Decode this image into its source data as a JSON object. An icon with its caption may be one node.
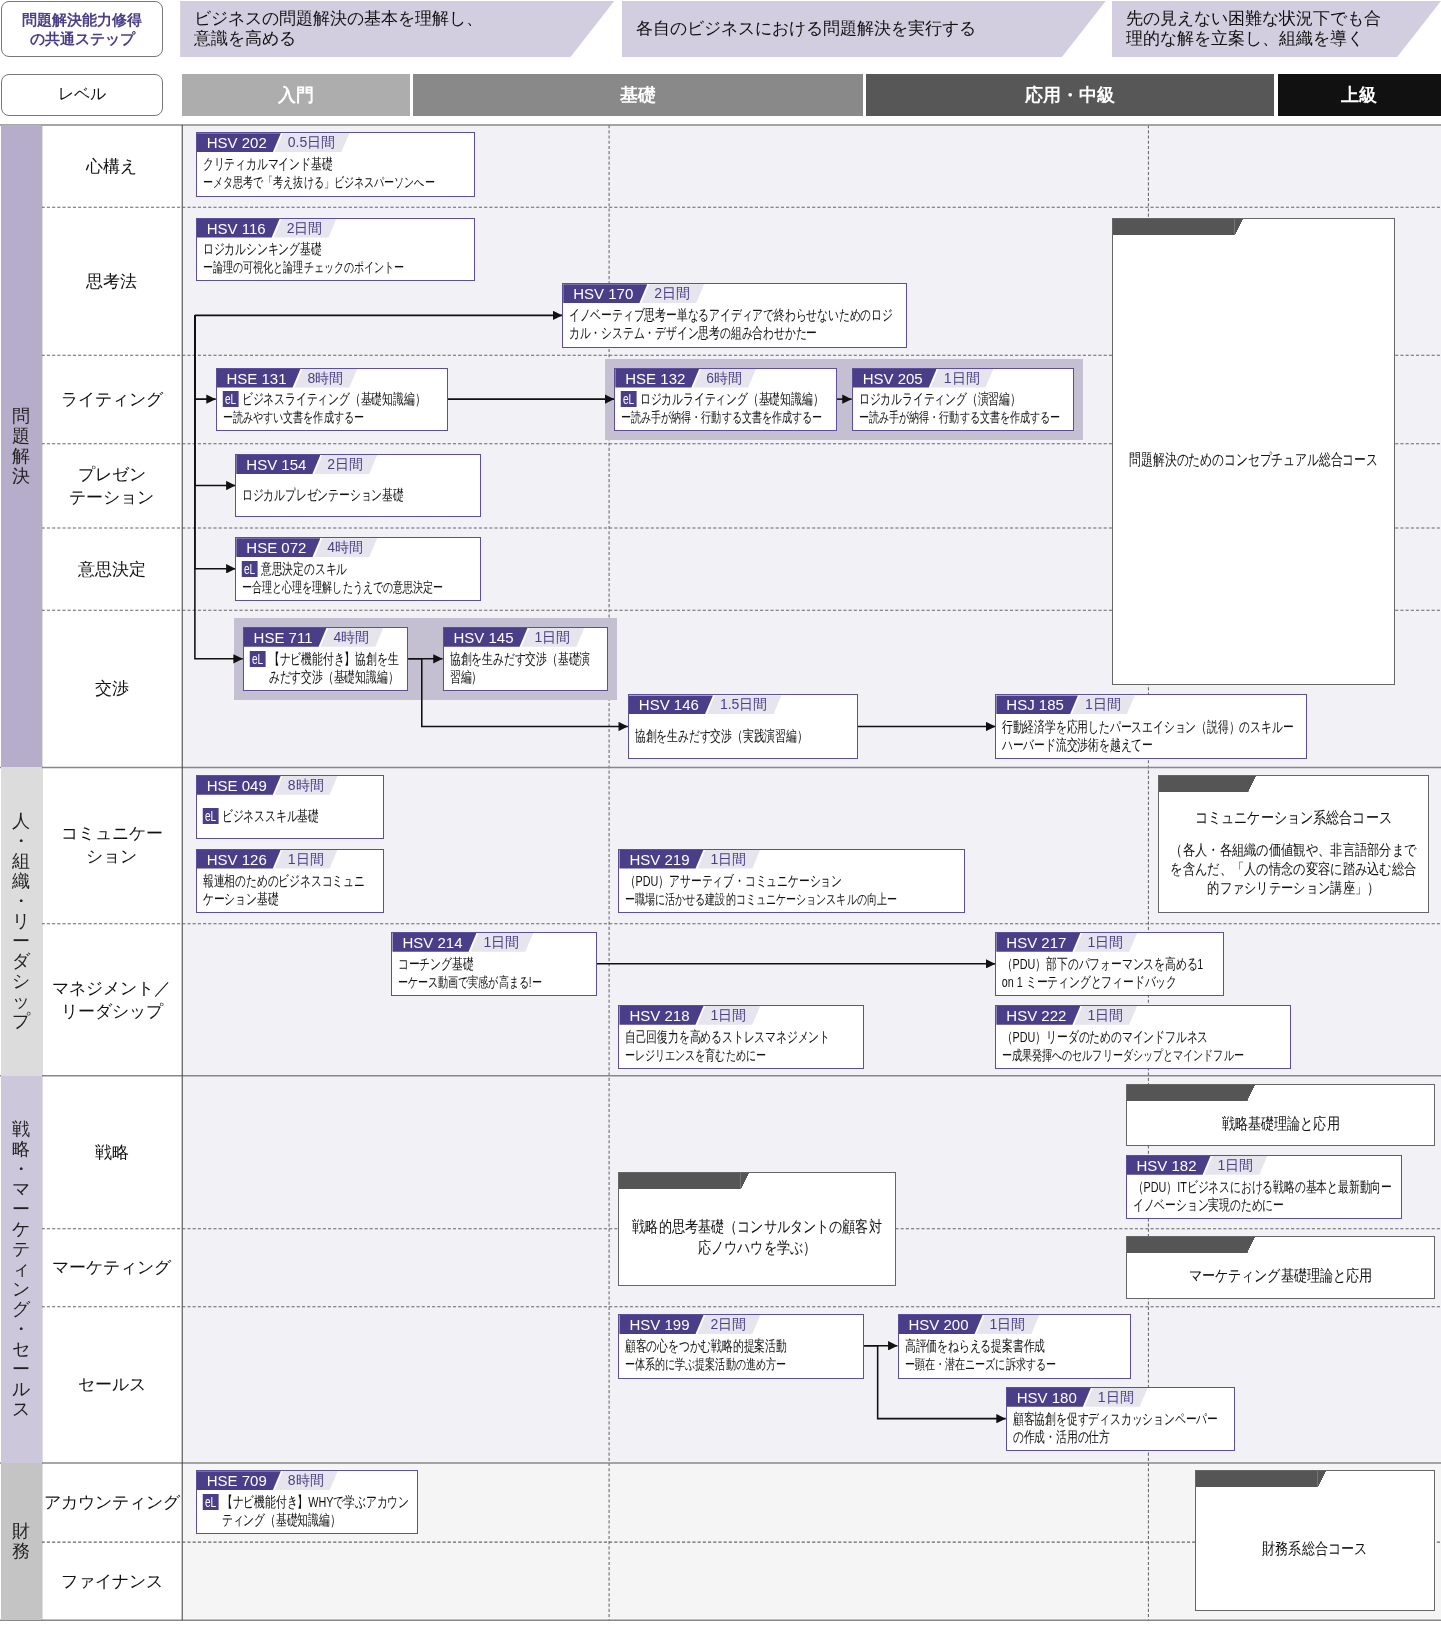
{
  "diagram": {
    "nodes": [
      {
        "text": [
          "問題解決能力修得の共通ステップ"
        ]
      },
      {
        "text": [
          "ビジネスの問題解決の基本を理解し、意識を高める"
        ]
      },
      {
        "text": [
          "各自のビジネスにおける問題解決を実行する"
        ]
      },
      {
        "text": [
          "先の見えない困難な状況下でも合理的な解を立案し、組織を導く"
        ]
      },
      {
        "text": [
          "レベル"
        ]
      },
      {
        "text": [
          "入門"
        ]
      },
      {
        "text": [
          "基礎"
        ]
      },
      {
        "text": [
          "応用・中級"
        ]
      },
      {
        "text": [
          "上級"
        ]
      },
      {
        "text": [
          "問題解決"
        ]
      },
      {
        "text": [
          "心構え"
        ]
      },
      {
        "text": [
          "思考法"
        ]
      },
      {
        "text": [
          "ライティング"
        ]
      },
      {
        "text": [
          "プレゼンテーション"
        ]
      },
      {
        "text": [
          "意思決定"
        ]
      },
      {
        "text": [
          "交渉"
        ]
      },
      {
        "text": [
          "人・組織・リーダシップ"
        ]
      },
      {
        "text": [
          "コミュニケーション"
        ]
      },
      {
        "text": [
          "マネジメント／リーダシップ"
        ]
      },
      {
        "text": [
          "戦略・マーケティング・セールス"
        ]
      },
      {
        "text": [
          "戦略"
        ]
      },
      {
        "text": [
          "マーケティング"
        ]
      },
      {
        "text": [
          "セールス"
        ]
      },
      {
        "text": [
          "財務"
        ]
      },
      {
        "text": [
          "アカウンティング"
        ]
      },
      {
        "text": [
          "ファイナンス"
        ]
      },
      {
        "text": [
          "HSV 202",
          "0.5日間",
          "クリティカルマインド基礎",
          "ーメタ思考で「考え抜ける」ビジネスパーソンへー"
        ]
      },
      {
        "text": [
          "HSV 116",
          "2日間",
          "ロジカルシンキング基礎",
          "ー論理の可視化と論理チェックのポイントー"
        ]
      },
      {
        "text": [
          "問題解決のためのコンセプチュアル総合コース"
        ]
      },
      {
        "text": [
          "HSV 170",
          "2日間",
          "イノベーティブ思考ー単なるアイディアで終わらせないためのロジカル・システム・デザイン思考の組み合わせかたー"
        ]
      },
      {
        "text": [
          "HSE 131",
          "8時間",
          "eL",
          "ビジネスライティング（基礎知識編）",
          "ー読みやすい文書を作成するー"
        ]
      },
      {
        "text": [],
        "shape": "box"
      },
      {
        "text": [
          "HSE 132",
          "6時間",
          "eL",
          "ロジカルライティング（基礎知識編）",
          "ー読み手が納得・行動する文書を作成するー"
        ],
        "in": 31
      },
      {
        "text": [
          "HSV 205",
          "1日間",
          "ロジカルライティング（演習編）",
          "ー読み手が納得・行動する文書を作成するー"
        ],
        "in": 31
      },
      {
        "text": [
          "HSV 154",
          "2日間",
          "ロジカルプレゼンテーション基礎"
        ]
      },
      {
        "text": [
          "HSE 072",
          "4時間",
          "eL",
          "意思決定のスキル",
          "ー合理と心理を理解したうえでの意思決定ー"
        ]
      },
      {
        "text": [],
        "shape": "box"
      },
      {
        "text": [
          "HSE 711",
          "4時間",
          "eL",
          "【ナビ機能付き】協創を生みだす交渉（基礎知識編）"
        ],
        "in": 36
      },
      {
        "text": [
          "HSV 145",
          "1日間",
          "協創を生みだす交渉（基礎演習編）"
        ],
        "in": 36
      },
      {
        "text": [
          "HSV 146",
          "1.5日間",
          "協創を生みだす交渉（実践演習編）"
        ]
      },
      {
        "text": [
          "HSJ 185",
          "1日間",
          "行動経済学を応用したパースエイション（説得）のスキルーハーバード流交渉術を越えてー"
        ]
      },
      {
        "text": [
          "HSE 049",
          "8時間",
          "eL",
          "ビジネススキル基礎"
        ]
      },
      {
        "text": [
          "コミュニケーション系総合コース",
          "（各人・各組織の価値観や、非言語部分までを含んだ、「人の情念の変容に踏み込む総合的ファシリテーション講座」）"
        ]
      },
      {
        "text": [
          "HSV 126",
          "1日間",
          "報連相のためのビジネスコミュニケーション基礎"
        ]
      },
      {
        "text": [
          "HSV 219",
          "1日間",
          "（PDU）アサーティブ・コミュニケーション",
          "ー職場に活かせる建設的コミュニケーションスキルの向上ー"
        ]
      },
      {
        "text": [
          "HSV 214",
          "1日間",
          "コーチング基礎",
          "ーケース動画で実感が高まる!ー"
        ]
      },
      {
        "text": [
          "HSV 217",
          "1日間",
          "（PDU）部下のパフォーマンスを高める1 on 1 ミーティングとフィードバック"
        ]
      },
      {
        "text": [
          "HSV 218",
          "1日間",
          "自己回復力を高めるストレスマネジメント",
          "ーレジリエンスを育むためにー"
        ]
      },
      {
        "text": [
          "HSV 222",
          "1日間",
          "（PDU）リーダのためのマインドフルネス",
          "ー成果発揮へのセルフリーダシップとマインドフルー"
        ]
      },
      {
        "text": [
          "戦略基礎理論と応用"
        ]
      },
      {
        "text": [
          "HSV 182",
          "1日間",
          "（PDU）ITビジネスにおける戦略の基本と最新動向ーイノベーション実現のためにー"
        ]
      },
      {
        "text": [
          "戦略的思考基礎（コンサルタントの顧客対応ノウハウを学ぶ）"
        ]
      },
      {
        "text": [
          "マーケティング基礎理論と応用"
        ]
      },
      {
        "text": [
          "HSV 199",
          "2日間",
          "顧客の心をつかむ戦略的提案活動",
          "ー体系的に学ぶ提案活動の進め方ー"
        ]
      },
      {
        "text": [
          "HSV 200",
          "1日間",
          "高評価をねらえる提案書作成",
          "ー顕在・潜在ニーズに訴求するー"
        ]
      },
      {
        "text": [
          "HSV 180",
          "1日間",
          "顧客協創を促すディスカッションペーパーの作成・活用の仕方"
        ]
      },
      {
        "text": [
          "HSE 709",
          "8時間",
          "eL",
          "【ナビ機能付き】WHYで学ぶアカウンティング（基礎知識編）"
        ]
      },
      {
        "text": [
          "財務系総合コース"
        ]
      }
    ],
    "edges": [
      {
        "from": null,
        "to": 29,
        "arrow": "to"
      },
      {
        "from": null,
        "to": 30,
        "arrow": "to"
      },
      {
        "from": null,
        "to": 34,
        "arrow": "to"
      },
      {
        "from": null,
        "to": 35,
        "arrow": "to"
      },
      {
        "from": null,
        "to": 37,
        "arrow": "to"
      },
      {
        "from": 30,
        "to": 32,
        "arrow": "to"
      },
      {
        "from": 32,
        "to": 33,
        "arrow": "to"
      },
      {
        "from": 37,
        "to": 38,
        "arrow": "to"
      },
      {
        "from": 37,
        "to": 39,
        "arrow": "to"
      },
      {
        "from": 39,
        "to": 40,
        "arrow": "to"
      },
      {
        "from": 45,
        "to": 46,
        "arrow": "to"
      },
      {
        "from": 53,
        "to": 54,
        "arrow": "to"
      },
      {
        "from": 53,
        "to": 55,
        "arrow": "to"
      }
    ]
  }
}
